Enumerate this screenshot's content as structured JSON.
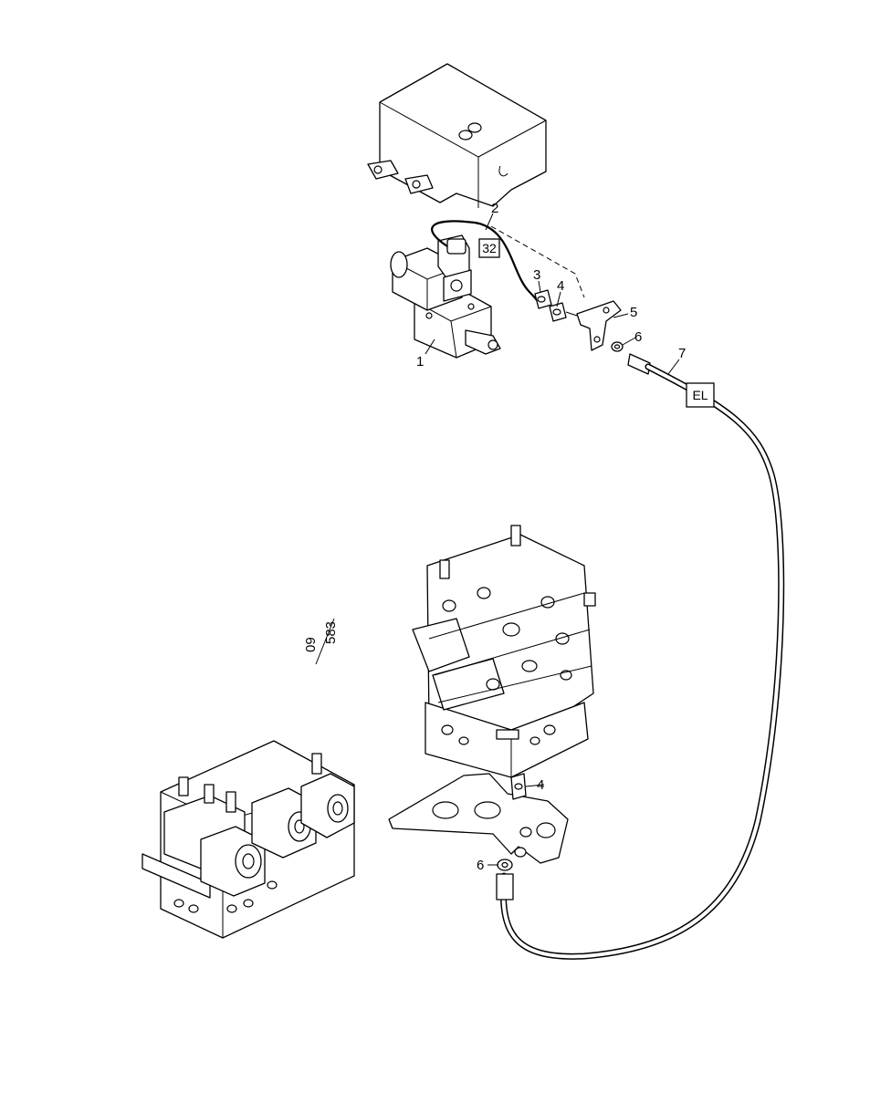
{
  "callouts": {
    "c1": "1",
    "c2": "2",
    "c3": "3",
    "c4": "4",
    "c5": "5",
    "c6": "6",
    "c7": "7",
    "c4b": "4",
    "c6b": "6"
  },
  "boxed_labels": {
    "ref32": "32",
    "el": "EL"
  },
  "page_ref": {
    "left": "09",
    "right": "583"
  }
}
